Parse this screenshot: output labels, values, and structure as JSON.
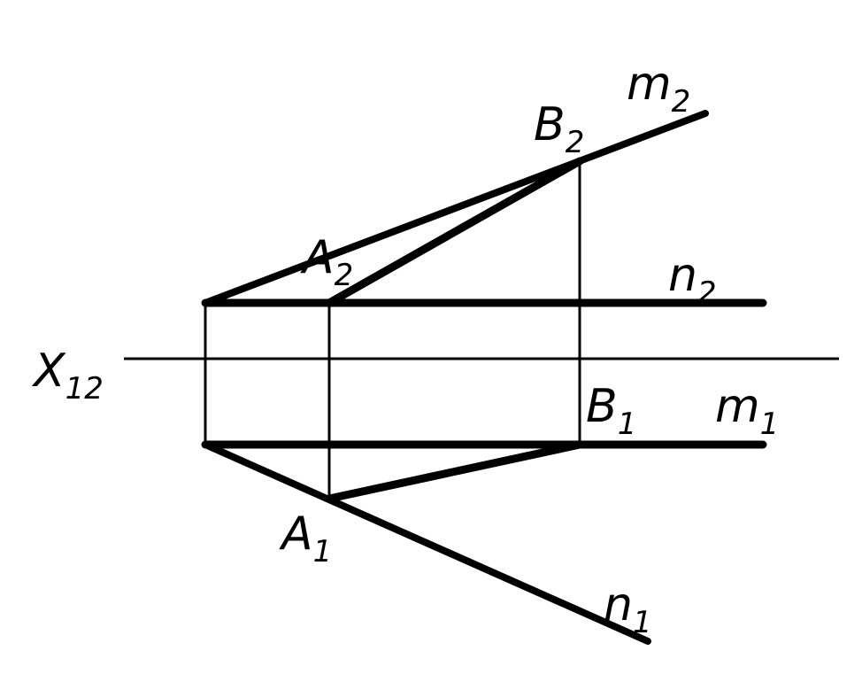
{
  "diagram": {
    "colors": {
      "stroke": "#000000",
      "background": "#ffffff"
    },
    "labels": {
      "axis": {
        "main": "X",
        "sub": "12"
      },
      "A2": {
        "main": "A",
        "sub": "2"
      },
      "B2": {
        "main": "B",
        "sub": "2"
      },
      "m2": {
        "main": "m",
        "sub": "2"
      },
      "n2": {
        "main": "n",
        "sub": "2"
      },
      "B1": {
        "main": "B",
        "sub": "1"
      },
      "m1": {
        "main": "m",
        "sub": "1"
      },
      "A1": {
        "main": "A",
        "sub": "1"
      },
      "n1": {
        "main": "n",
        "sub": "1"
      }
    }
  }
}
